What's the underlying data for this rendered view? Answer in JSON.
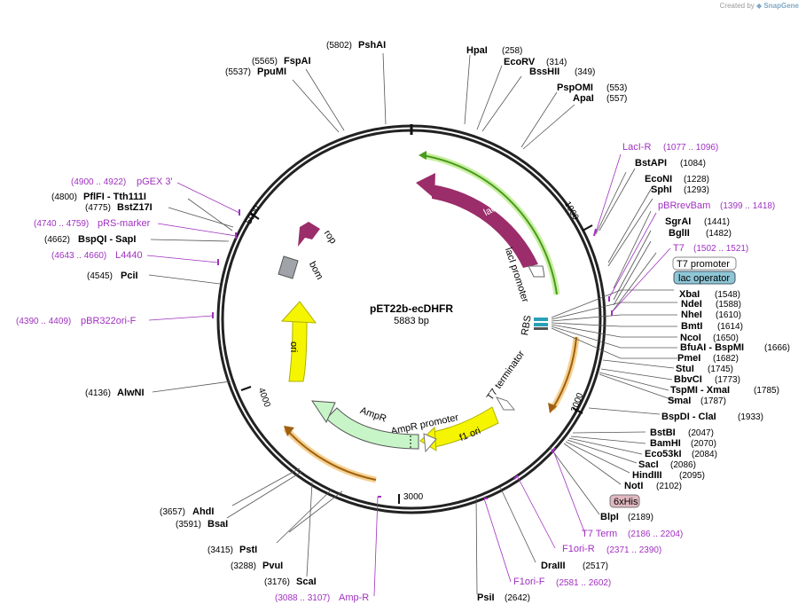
{
  "credit": {
    "prefix": "Created by",
    "brand": "SnapGene"
  },
  "plasmid": {
    "name": "pET22b-ecDHFR",
    "length_label": "5883 bp"
  },
  "ticks": [
    "1000",
    "2000",
    "3000",
    "4000",
    "5000"
  ],
  "features": {
    "lacI": "lacI",
    "lacI_promoter": "lacI promoter",
    "rop": "rop",
    "bom": "bom",
    "ori": "ori",
    "AmpR": "AmpR",
    "AmpR_promoter": "AmpR promoter",
    "f1_ori": "f1 ori",
    "T7_terminator": "T7 terminator",
    "RBS": "RBS"
  },
  "right_labels": [
    {
      "type": "primer",
      "name": "LacI-R",
      "pos": "(1077 .. 1096)"
    },
    {
      "type": "enzyme",
      "name": "BstAPI",
      "pos": "(1084)"
    },
    {
      "type": "enzyme",
      "name": "EcoNI",
      "pos": "(1228)"
    },
    {
      "type": "enzyme",
      "name": "SphI",
      "pos": "(1293)"
    },
    {
      "type": "primer",
      "name": "pBRrevBam",
      "pos": "(1399 .. 1418)"
    },
    {
      "type": "enzyme",
      "name": "SgrAI",
      "pos": "(1441)"
    },
    {
      "type": "enzyme",
      "name": "BglII",
      "pos": "(1482)"
    },
    {
      "type": "primer",
      "name": "T7",
      "pos": "(1502 .. 1521)"
    },
    {
      "type": "boxed",
      "name": "T7 promoter"
    },
    {
      "type": "boxed_teal",
      "name": "lac operator"
    },
    {
      "type": "enzyme",
      "name": "XbaI",
      "pos": "(1548)"
    },
    {
      "type": "enzyme",
      "name": "NdeI",
      "pos": "(1588)"
    },
    {
      "type": "enzyme",
      "name": "NheI",
      "pos": "(1610)"
    },
    {
      "type": "enzyme",
      "name": "BmtI",
      "pos": "(1614)"
    },
    {
      "type": "enzyme",
      "name": "NcoI",
      "pos": "(1650)"
    },
    {
      "type": "enzyme",
      "name": "BfuAI  -  BspMI",
      "pos": "(1666)"
    },
    {
      "type": "enzyme",
      "name": "PmeI",
      "pos": "(1682)"
    },
    {
      "type": "enzyme",
      "name": "StuI",
      "pos": "(1745)"
    },
    {
      "type": "enzyme",
      "name": "BbvCI",
      "pos": "(1773)"
    },
    {
      "type": "enzyme",
      "name": "TspMI  -  XmaI",
      "pos": "(1785)"
    },
    {
      "type": "enzyme",
      "name": "SmaI",
      "pos": "(1787)"
    },
    {
      "type": "enzyme",
      "name": "BspDI  -  ClaI",
      "pos": "(1933)"
    },
    {
      "type": "enzyme",
      "name": "BstBI",
      "pos": "(2047)"
    },
    {
      "type": "enzyme",
      "name": "BamHI",
      "pos": "(2070)"
    },
    {
      "type": "enzyme",
      "name": "Eco53kI",
      "pos": "(2084)"
    },
    {
      "type": "enzyme",
      "name": "SacI",
      "pos": "(2086)"
    },
    {
      "type": "enzyme",
      "name": "HindIII",
      "pos": "(2095)"
    },
    {
      "type": "enzyme",
      "name": "NotI",
      "pos": "(2102)"
    },
    {
      "type": "boxed_pink",
      "name": "6xHis"
    },
    {
      "type": "enzyme",
      "name": "BlpI",
      "pos": "(2189)"
    },
    {
      "type": "primer",
      "name": "T7 Term",
      "pos": "(2186 .. 2204)"
    },
    {
      "type": "primer",
      "name": "F1ori-R",
      "pos": "(2371 .. 2390)"
    },
    {
      "type": "enzyme",
      "name": "DraIII",
      "pos": "(2517)"
    },
    {
      "type": "primer",
      "name": "F1ori-F",
      "pos": "(2581 .. 2602)"
    },
    {
      "type": "enzyme",
      "name": "PsiI",
      "pos": "(2642)"
    }
  ],
  "top_labels": [
    {
      "type": "enzyme",
      "name": "PshAI",
      "pos": "(5802)"
    },
    {
      "type": "enzyme",
      "name": "FspAI",
      "pos": "(5565)"
    },
    {
      "type": "enzyme",
      "name": "PpuMI",
      "pos": "(5537)"
    },
    {
      "type": "enzyme",
      "name": "HpaI",
      "pos": "(258)"
    },
    {
      "type": "enzyme",
      "name": "EcoRV",
      "pos": "(314)"
    },
    {
      "type": "enzyme",
      "name": "BssHII",
      "pos": "(349)"
    },
    {
      "type": "enzyme",
      "name": "PspOMI",
      "pos": "(553)"
    },
    {
      "type": "enzyme",
      "name": "ApaI",
      "pos": "(557)"
    }
  ],
  "left_labels": [
    {
      "type": "primer",
      "name": "pGEX 3'",
      "pos": "(4900 .. 4922)"
    },
    {
      "type": "enzyme",
      "name": "PflFI  -  Tth111I",
      "pos": "(4800)"
    },
    {
      "type": "enzyme",
      "name": "BstZ17I",
      "pos": "(4775)"
    },
    {
      "type": "primer",
      "name": "pRS-marker",
      "pos": "(4740 .. 4759)"
    },
    {
      "type": "enzyme",
      "name": "BspQI  -  SapI",
      "pos": "(4662)"
    },
    {
      "type": "primer",
      "name": "L4440",
      "pos": "(4643 .. 4660)"
    },
    {
      "type": "enzyme",
      "name": "PciI",
      "pos": "(4545)"
    },
    {
      "type": "primer",
      "name": "pBR322ori-F",
      "pos": "(4390 .. 4409)"
    },
    {
      "type": "enzyme",
      "name": "AlwNI",
      "pos": "(4136)"
    },
    {
      "type": "enzyme",
      "name": "AhdI",
      "pos": "(3657)"
    },
    {
      "type": "enzyme",
      "name": "BsaI",
      "pos": "(3591)"
    },
    {
      "type": "enzyme",
      "name": "PstI",
      "pos": "(3415)"
    },
    {
      "type": "enzyme",
      "name": "PvuI",
      "pos": "(3288)"
    },
    {
      "type": "enzyme",
      "name": "ScaI",
      "pos": "(3176)"
    },
    {
      "type": "primer",
      "name": "Amp-R",
      "pos": "(3088 .. 3107)"
    }
  ]
}
